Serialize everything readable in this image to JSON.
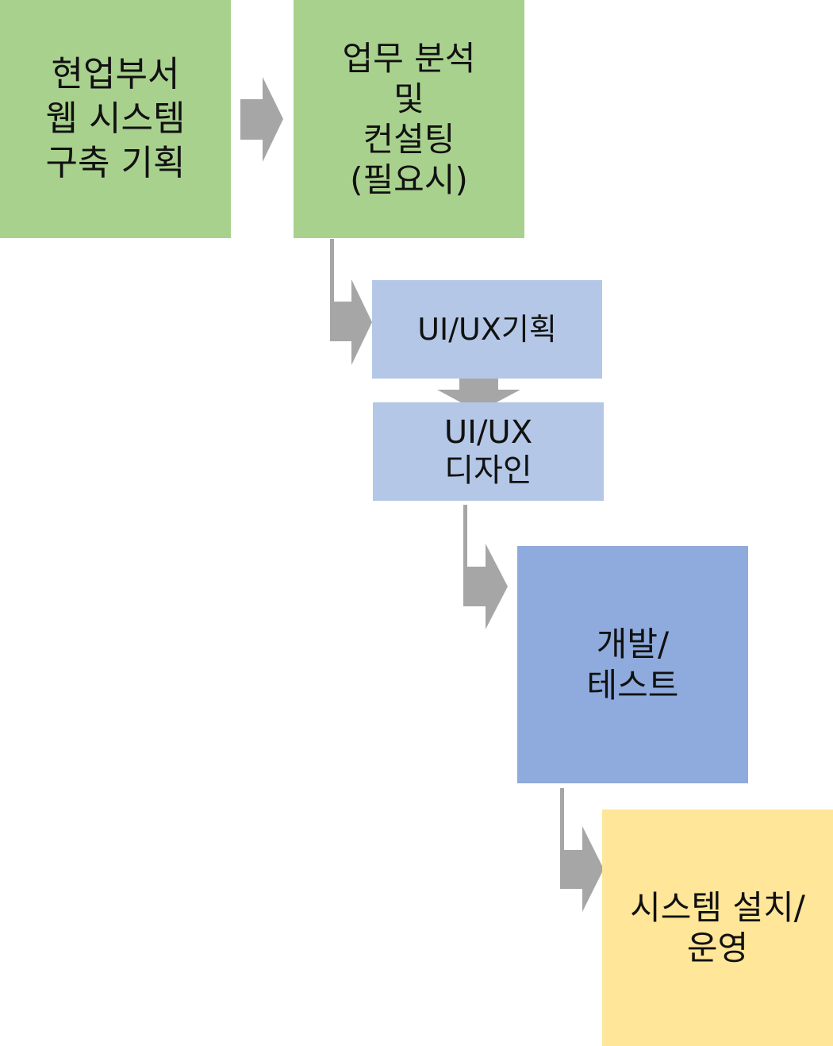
{
  "steps": {
    "plan": "현업부서\n웹 시스템\n구축 기획",
    "analysis": "업무 분석\n및\n컨설팅\n(필요시)",
    "ux_plan": "UI/UX기획",
    "ux_design": "UI/UX\n디자인",
    "dev": "개발/\n테스트",
    "ops": "시스템 설치/\n운영"
  },
  "colors": {
    "green": "#a9d18e",
    "light_blue": "#b4c7e7",
    "blue": "#8faadc",
    "yellow": "#ffe699",
    "arrow": "#a6a6a6"
  }
}
